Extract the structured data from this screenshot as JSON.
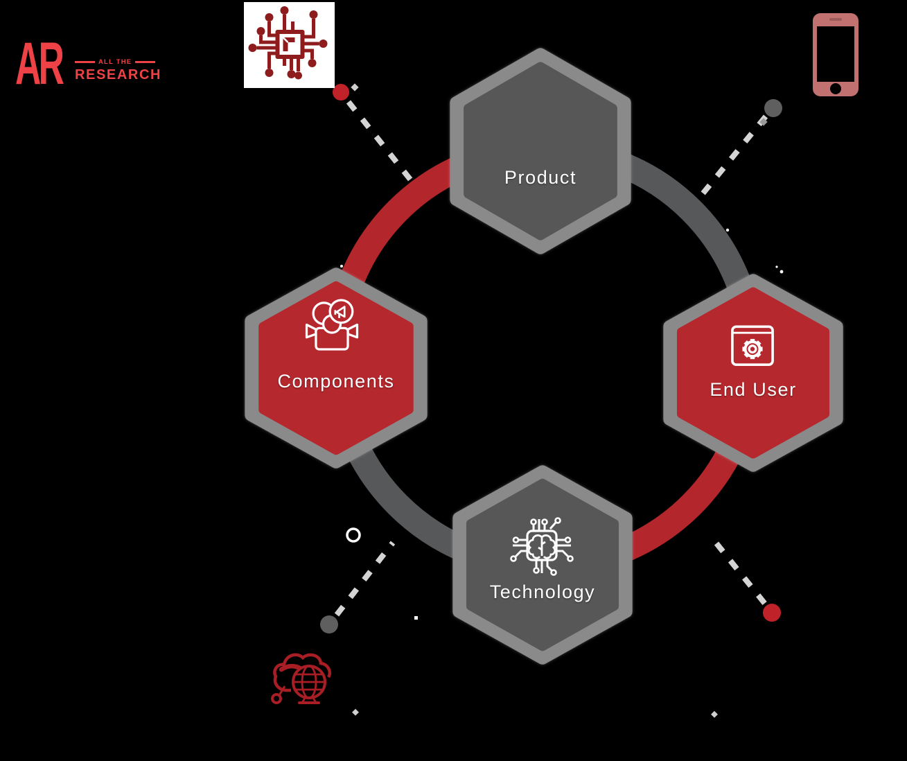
{
  "logo": {
    "monogram": "AR",
    "tagline_top": "ALL THE",
    "tagline_bottom": "RESEARCH",
    "brand_color": "#ee4247"
  },
  "nodes": [
    {
      "id": "product",
      "label": "Product",
      "variant": "gray",
      "icon": "none"
    },
    {
      "id": "components",
      "label": "Components",
      "variant": "red",
      "icon": "box-people-megaphone-icon"
    },
    {
      "id": "end_user",
      "label": "End User",
      "variant": "red",
      "icon": "browser-gear-icon"
    },
    {
      "id": "technology",
      "label": "Technology",
      "variant": "gray",
      "icon": "chip-brain-icon"
    }
  ],
  "ring_segments": [
    {
      "from": "Components",
      "to": "Product",
      "color": "#b2262c"
    },
    {
      "from": "Product",
      "to": "End User",
      "color": "#57585a"
    },
    {
      "from": "End User",
      "to": "Technology",
      "color": "#b2262c"
    },
    {
      "from": "Technology",
      "to": "Components",
      "color": "#57585a"
    }
  ],
  "corner_decorations": [
    {
      "name": "circuit-chip-icon",
      "position": "top-left",
      "color": "#8e1c1c",
      "dot_color": "#c0222a"
    },
    {
      "name": "smartphone-icon",
      "position": "top-right",
      "color": "#c17170",
      "dot_color": "#5f5f5f"
    },
    {
      "name": "cloud-network-icon",
      "position": "bottom-left",
      "color": "#a81e24",
      "dot_color": "#5f5f5f"
    },
    {
      "name": "red-dot",
      "position": "bottom-right",
      "color": "#c0222a",
      "dot_color": "#c0222a"
    }
  ],
  "colors": {
    "background": "#000000",
    "node_red": "#b5282e",
    "node_gray": "#575757",
    "hex_border_gray": "#8a8a8b",
    "ring_red": "#b2262c",
    "ring_gray": "#57585a",
    "dashed_line": "#d4d4d4",
    "label_text": "#ffffff"
  }
}
